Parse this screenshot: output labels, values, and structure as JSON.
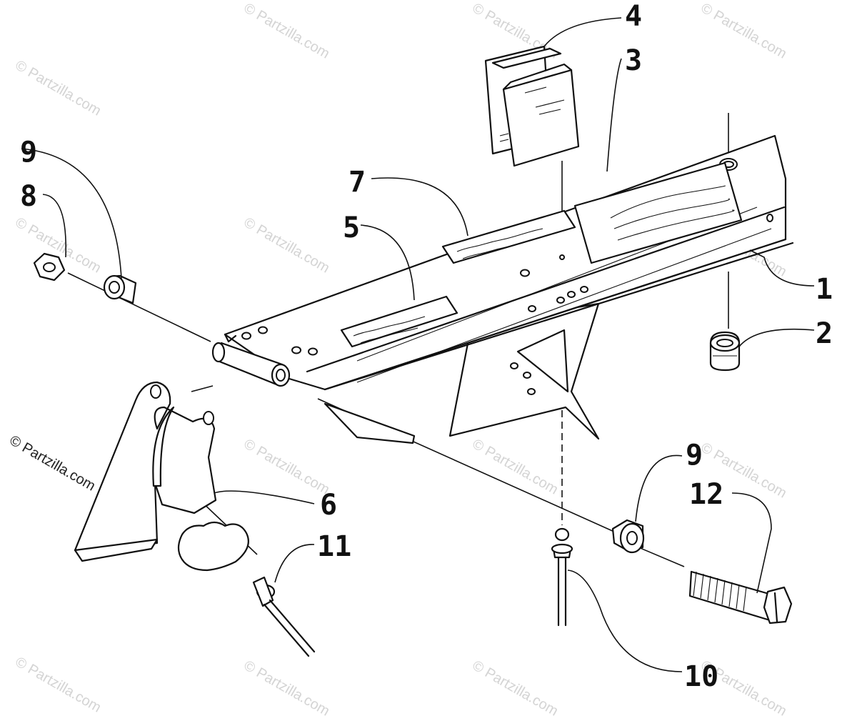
{
  "watermark": "© Partzilla.com",
  "callouts": {
    "c1": "1",
    "c2": "2",
    "c3": "3",
    "c4": "4",
    "c5": "5",
    "c6": "6",
    "c7": "7",
    "c8": "8",
    "c9_left": "9",
    "c9_right": "9",
    "c10": "10",
    "c11": "11",
    "c12": "12"
  }
}
